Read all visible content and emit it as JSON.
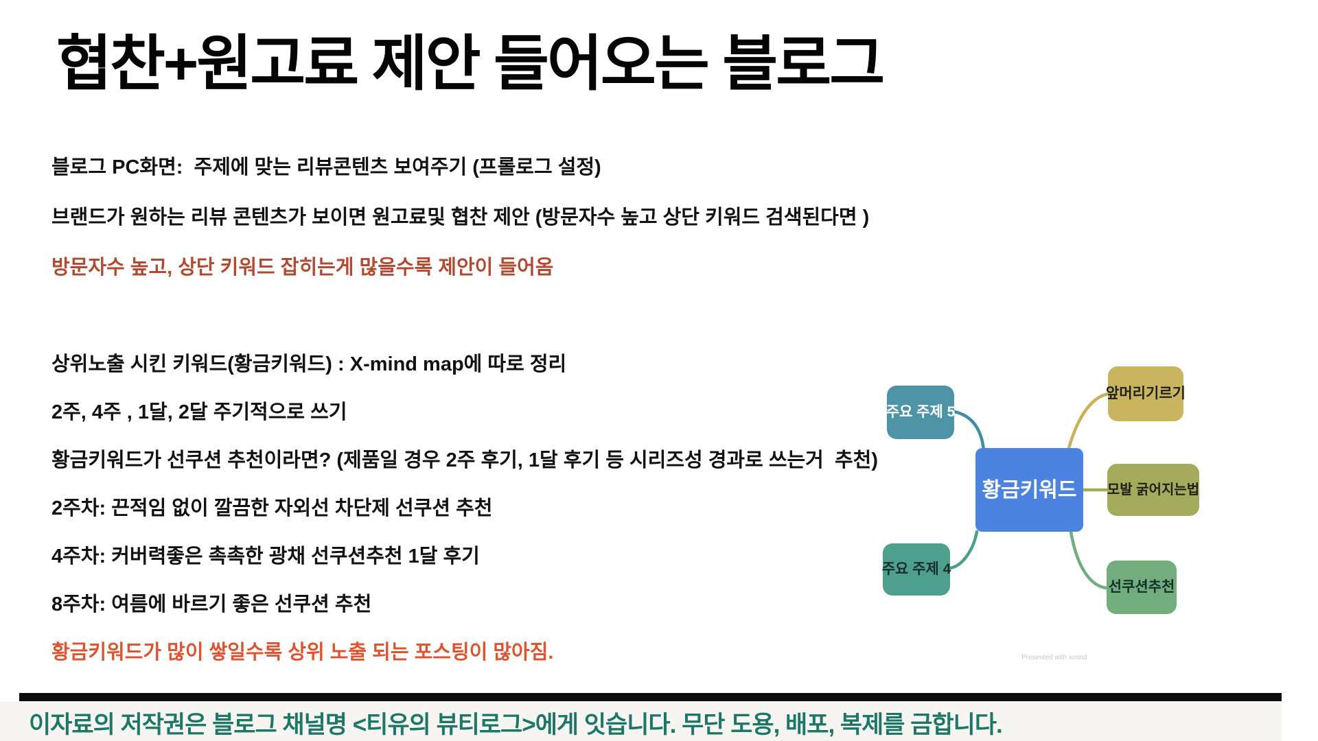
{
  "slide": {
    "title": "협찬+원고료 제안 들어오는 블로그",
    "lines": [
      "블로그 PC화면:  주제에 맞는 리뷰콘텐츠 보여주기 (프롤로그 설정)",
      "브랜드가 원하는 리뷰 콘텐츠가 보이면 원고료및 협찬 제안 (방문자수 높고 상단 키워드 검색된다면 )",
      "방문자수 높고, 상단 키워드 잡히는게 많을수록 제안이 들어옴",
      "상위노출 시킨 키워드(황금키워드) : X-mind map에 따로 정리",
      "2주, 4주 , 1달, 2달 주기적으로 쓰기",
      "황금키워드가 선쿠션 추천이라면? (제품일 경우 2주 후기, 1달 후기 등 시리즈성 경과로 쓰는거  추천)",
      "2주차: 끈적임 없이 깔끔한 자외선 차단제 선쿠션 추천",
      "4주차: 커버력좋은 촉촉한 광채 선쿠션추천 1달 후기",
      "8주차: 여름에 바르기 좋은 선쿠션 추천",
      "황금키워드가 많이 쌓일수록 상위 노출 되는 포스팅이 많아짐."
    ],
    "emphasis_colors": {
      "dark_red": "#b04a32",
      "orange_red": "#dc5430"
    }
  },
  "mindmap": {
    "center": "황금키워드",
    "nodes": {
      "topic5": "주요 주제 5",
      "topic4": "주요 주제 4",
      "bangs": "앞머리기르기",
      "hair": "모발 굵어지는법",
      "cushion": "선쿠션추천"
    },
    "node_colors": {
      "center": "#4c82e0",
      "topic5": "#4f93a6",
      "topic4": "#4f9f8e",
      "bangs": "#c9b55f",
      "hair": "#a4ab5d",
      "cushion": "#73ad7d"
    },
    "connector_colors": {
      "topic5_link": "#3f8ea1",
      "topic4_link": "#4aa08e",
      "bangs_link": "#c7b159",
      "hair_link": "#a4ab5d",
      "cushion_link": "#6fae7d"
    },
    "watermark": "Presented with xmind"
  },
  "footer": {
    "text": "이자료의 저작권은 블로그 채널명 <티유의 뷰티로그>에게 잇습니다. 무단 도용, 배포, 복제를 금합니다.",
    "text_color": "#1d7767"
  }
}
